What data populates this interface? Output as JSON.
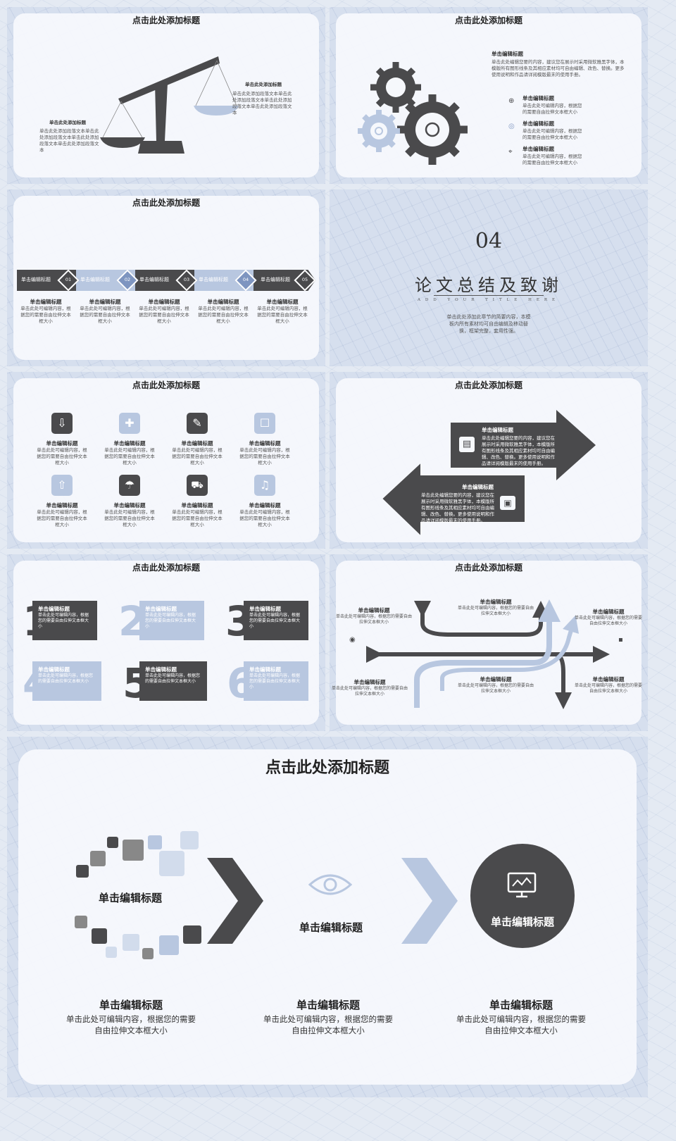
{
  "colors": {
    "dark": "#4a4a4c",
    "light": "#b8c7e0",
    "bg": "#e4eaf3"
  },
  "slide_title": "点击此处添加标题",
  "s1": {
    "left_title": "单击此处添加标题",
    "left_body": "单击此处添加段落文本单击此处添加段落文本单击此处添加段落文本单击此处添加段落文本",
    "right_title": "单击此处添加标题",
    "right_body": "单击此处添加段落文本单击此处添加段落文本单击此处添加段落文本单击此处添加段落文本"
  },
  "s2": {
    "head": "单击编辑标题",
    "body": "单击此处编辑您要的内容，建议您在展示时采用微软雅黑字体，本模版所有图形线条及其相应素材均可自由编辑、改色、替换。更多使用说明和作品请详阅模版最末的使用手册。",
    "items": [
      {
        "title": "单击编辑标题",
        "body": "单击此处可编辑内容，根据您的需要自由拉伸文本框大小",
        "icon": "globe-icon"
      },
      {
        "title": "单击编辑标题",
        "body": "单击此处可编辑内容，根据您的需要自由拉伸文本框大小",
        "icon": "target-icon"
      },
      {
        "title": "单击编辑标题",
        "body": "单击此处可编辑内容，根据您的需要自由拉伸文本框大小",
        "icon": "crosshair-icon"
      }
    ]
  },
  "s3": {
    "steps": [
      {
        "label": "单击编辑标题",
        "num": "01",
        "title": "单击编辑标题",
        "body": "单击此处可编辑内容，根据您的需要自由拉伸文本框大小"
      },
      {
        "label": "单击编辑标题",
        "num": "02",
        "title": "单击编辑标题",
        "body": "单击此处可编辑内容，根据您的需要自由拉伸文本框大小"
      },
      {
        "label": "单击编辑标题",
        "num": "03",
        "title": "单击编辑标题",
        "body": "单击此处可编辑内容，根据您的需要自由拉伸文本框大小"
      },
      {
        "label": "单击编辑标题",
        "num": "04",
        "title": "单击编辑标题",
        "body": "单击此处可编辑内容，根据您的需要自由拉伸文本框大小"
      },
      {
        "label": "单击编辑标题",
        "num": "05",
        "title": "单击编辑标题",
        "body": "单击此处可编辑内容，根据您的需要自由拉伸文本框大小"
      }
    ]
  },
  "s4": {
    "num": "04",
    "title": "论文总结及致谢",
    "sub": "ADD YOUR TITLE HERE",
    "body": "单击此处添加此章节的简要内容，本模板内所有素材均可自由编辑及移动替换，框架完整，套用性强。"
  },
  "s5": {
    "items": [
      {
        "title": "单击编辑标题",
        "body": "单击此处可编辑内容，根据您的需要自由拉伸文本框大小",
        "icon": "download-cloud-icon"
      },
      {
        "title": "单击编辑标题",
        "body": "单击此处可编辑内容，根据您的需要自由拉伸文本框大小",
        "icon": "medical-kit-icon"
      },
      {
        "title": "单击编辑标题",
        "body": "单击此处可编辑内容，根据您的需要自由拉伸文本框大小",
        "icon": "brush-icon"
      },
      {
        "title": "单击编辑标题",
        "body": "单击此处可编辑内容，根据您的需要自由拉伸文本框大小",
        "icon": "chat-icon"
      },
      {
        "title": "单击编辑标题",
        "body": "单击此处可编辑内容，根据您的需要自由拉伸文本框大小",
        "icon": "upload-cloud-icon"
      },
      {
        "title": "单击编辑标题",
        "body": "单击此处可编辑内容，根据您的需要自由拉伸文本框大小",
        "icon": "umbrella-icon"
      },
      {
        "title": "单击编辑标题",
        "body": "单击此处可编辑内容，根据您的需要自由拉伸文本框大小",
        "icon": "car-icon"
      },
      {
        "title": "单击编辑标题",
        "body": "单击此处可编辑内容，根据您的需要自由拉伸文本框大小",
        "icon": "music-icon"
      }
    ]
  },
  "s6": {
    "top_title": "单击编辑标题",
    "top_body": "单击此处编辑您要的内容，建议您在展示时采用微软雅黑字体，本模版所有图形线条及其相应素材均可自由编辑、改色、替换。更多使用说明和作品请详阅模版最末的使用手册。",
    "bottom_title": "单击编辑标题",
    "bottom_body": "单击此处编辑您要的内容，建议您在展示时采用微软雅黑字体，本模版所有图形线条及其相应素材均可自由编辑、改色、替换。更多使用说明和作品请详阅模版最末的使用手册。"
  },
  "s7": {
    "items": [
      {
        "num": "1",
        "title": "单击编辑标题",
        "body": "单击此处可编辑内容，根据您的需要自由拉伸文本框大小"
      },
      {
        "num": "2",
        "title": "单击编辑标题",
        "body": "单击此处可编辑内容，根据您的需要自由拉伸文本框大小"
      },
      {
        "num": "3",
        "title": "单击编辑标题",
        "body": "单击此处可编辑内容，根据您的需要自由拉伸文本框大小"
      },
      {
        "num": "4",
        "title": "单击编辑标题",
        "body": "单击此处可编辑内容，根据您的需要自由拉伸文本框大小"
      },
      {
        "num": "5",
        "title": "单击编辑标题",
        "body": "单击此处可编辑内容，根据您的需要自由拉伸文本框大小"
      },
      {
        "num": "6",
        "title": "单击编辑标题",
        "body": "单击此处可编辑内容，根据您的需要自由拉伸文本框大小"
      }
    ]
  },
  "s8": {
    "items": [
      {
        "title": "单击编辑标题",
        "body": "单击此处可编辑内容，根据您的需要自由拉伸文本框大小"
      },
      {
        "title": "单击编辑标题",
        "body": "单击此处可编辑内容，根据您的需要自由拉伸文本框大小"
      },
      {
        "title": "单击编辑标题",
        "body": "单击此处可编辑内容，根据您的需要自由拉伸文本框大小"
      },
      {
        "title": "单击编辑标题",
        "body": "单击此处可编辑内容，根据您的需要自由拉伸文本框大小"
      },
      {
        "title": "单击编辑标题",
        "body": "单击此处可编辑内容，根据您的需要自由拉伸文本框大小"
      },
      {
        "title": "单击编辑标题",
        "body": "单击此处可编辑内容，根据您的需要自由拉伸文本框大小"
      }
    ]
  },
  "s9": {
    "title": "点击此处添加标题",
    "left_label": "单击编辑标题",
    "mid_label": "单击编辑标题",
    "right_label": "单击编辑标题",
    "cols": [
      {
        "title": "单击编辑标题",
        "body": "单击此处可编辑内容，根据您的需要自由拉伸文本框大小"
      },
      {
        "title": "单击编辑标题",
        "body": "单击此处可编辑内容，根据您的需要自由拉伸文本框大小"
      },
      {
        "title": "单击编辑标题",
        "body": "单击此处可编辑内容，根据您的需要自由拉伸文本框大小"
      }
    ]
  }
}
